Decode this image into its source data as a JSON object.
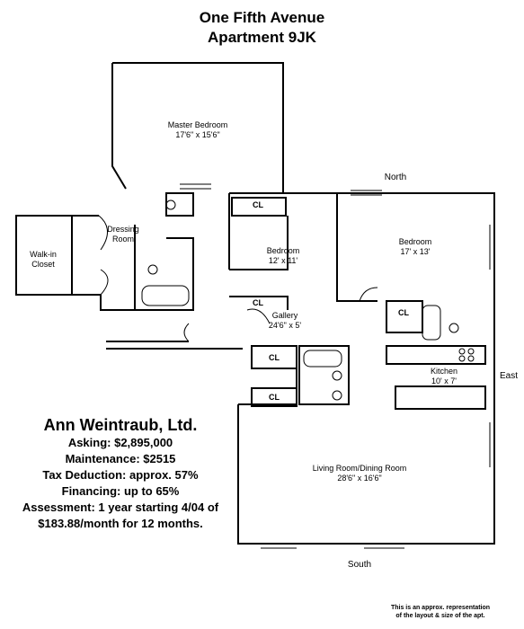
{
  "header": {
    "line1": "One Fifth Avenue",
    "line2": "Apartment 9JK"
  },
  "compass": {
    "north": "North",
    "east": "East",
    "south": "South"
  },
  "rooms": {
    "master_bedroom": {
      "name": "Master Bedroom",
      "size": "17'6\" x 15'6\""
    },
    "dressing_room": {
      "name_line1": "Dressing",
      "name_line2": "Room"
    },
    "walk_in_closet": {
      "name_line1": "Walk-in",
      "name_line2": "Closet"
    },
    "bedroom_1": {
      "name": "Bedroom",
      "size": "12' x 11'"
    },
    "bedroom_2": {
      "name": "Bedroom",
      "size": "17' x 13'"
    },
    "gallery": {
      "name": "Gallery",
      "size": "24'6\" x 5'"
    },
    "kitchen": {
      "name": "Kitchen",
      "size": "10' x 7'"
    },
    "living_dining": {
      "name": "Living Room/Dining Room",
      "size": "28'6\" x 16'6\""
    },
    "closet_label": "CL"
  },
  "listing": {
    "broker": "Ann Weintraub, Ltd.",
    "asking": "Asking: $2,895,000",
    "maintenance": "Maintenance: $2515",
    "tax": "Tax Deduction: approx. 57%",
    "financing": "Financing: up to 65%",
    "assessment_line1": "Assessment: 1 year starting 4/04 of",
    "assessment_line2": "$183.88/month for 12 months."
  },
  "disclaimer": {
    "line1": "This is an approx. representation",
    "line2": "of the layout & size of the apt."
  }
}
